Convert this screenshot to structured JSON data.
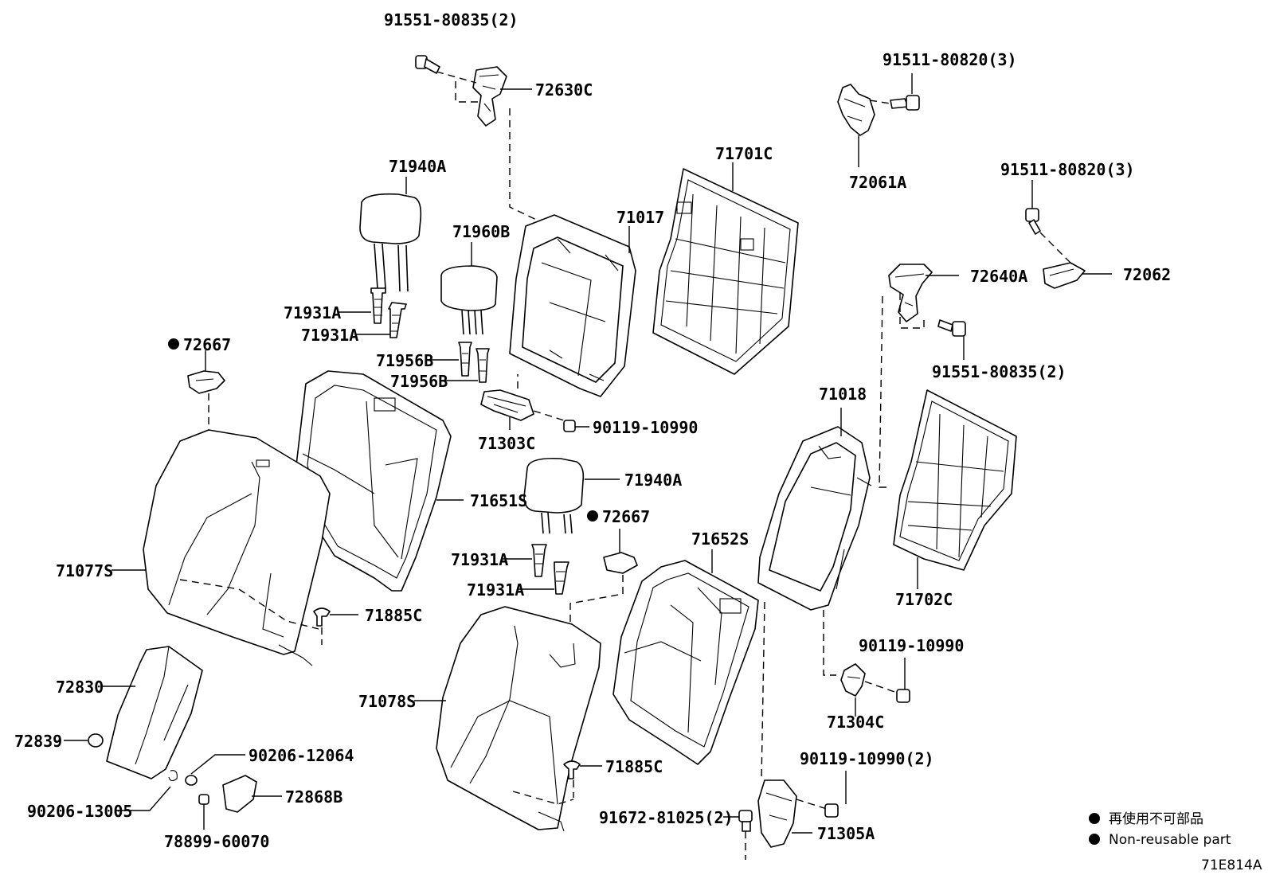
{
  "labels": {
    "p1": "91551-80835(2)",
    "p2": "72630C",
    "p3": "91511-80820(3)",
    "p4": "72061A",
    "p5": "91511-80820(3)",
    "p6": "72062",
    "p7": "72640A",
    "p8": "91551-80835(2)",
    "p9": "71940A",
    "p10": "71960B",
    "p11": "71017",
    "p12": "71701C",
    "p13": "71931A",
    "p14": "71931A",
    "p15": "72667",
    "p16": "71956B",
    "p17": "71956B",
    "p18": "71303C",
    "p19": "90119-10990",
    "p20": "71018",
    "p21": "71940A",
    "p22": "72667",
    "p23": "71651S",
    "p24": "71077S",
    "p25": "71931A",
    "p26": "71931A",
    "p27": "71652S",
    "p28": "71702C",
    "p29": "71885C",
    "p30": "90119-10990",
    "p31": "72830",
    "p32": "72839",
    "p33": "71078S",
    "p34": "71304C",
    "p35": "90206-12064",
    "p36": "71885C",
    "p37": "90119-10990(2)",
    "p38": "72868B",
    "p39": "90206-13005",
    "p40": "91672-81025(2)",
    "p41": "71305A",
    "p42": "78899-60070"
  },
  "legend": {
    "jp": "再使用不可部品",
    "en": "Non-reusable part"
  },
  "figure_code": "71E814A"
}
